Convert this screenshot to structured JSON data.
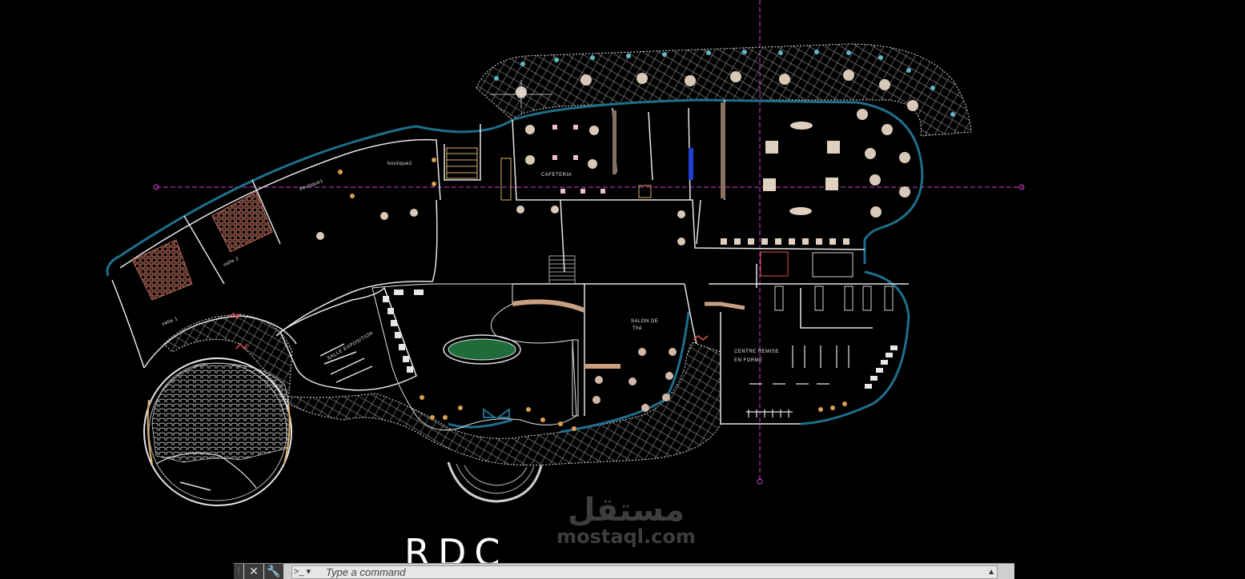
{
  "drawing": {
    "title": "RDC",
    "rooms": {
      "cafeteria": "CAFETERIA",
      "boutique2": "boutique2",
      "boutique1": "boutique1",
      "salle2": "salle 2",
      "salle1": "salle 1",
      "salle_exposition": "SALLE EXPOSITION",
      "salon_line1": "SALON DE",
      "salon_line2": "Thé",
      "centre_line1": "CENTRE REMISE",
      "centre_line2": "EN FORME"
    }
  },
  "watermark": {
    "arabic": "مستقل",
    "latin": "mostaql.com"
  },
  "command_line": {
    "close_icon": "close-icon",
    "settings_icon": "wrench-icon",
    "placeholder": "Type a command"
  },
  "colors": {
    "background": "#000000",
    "outer_wall": "#1e6e8c",
    "axis_line": "#d040d0",
    "hatch": "#9a9a9a",
    "seating": "#c87060",
    "furniture": "#c8a080",
    "fountain": "#1f6b3a"
  }
}
